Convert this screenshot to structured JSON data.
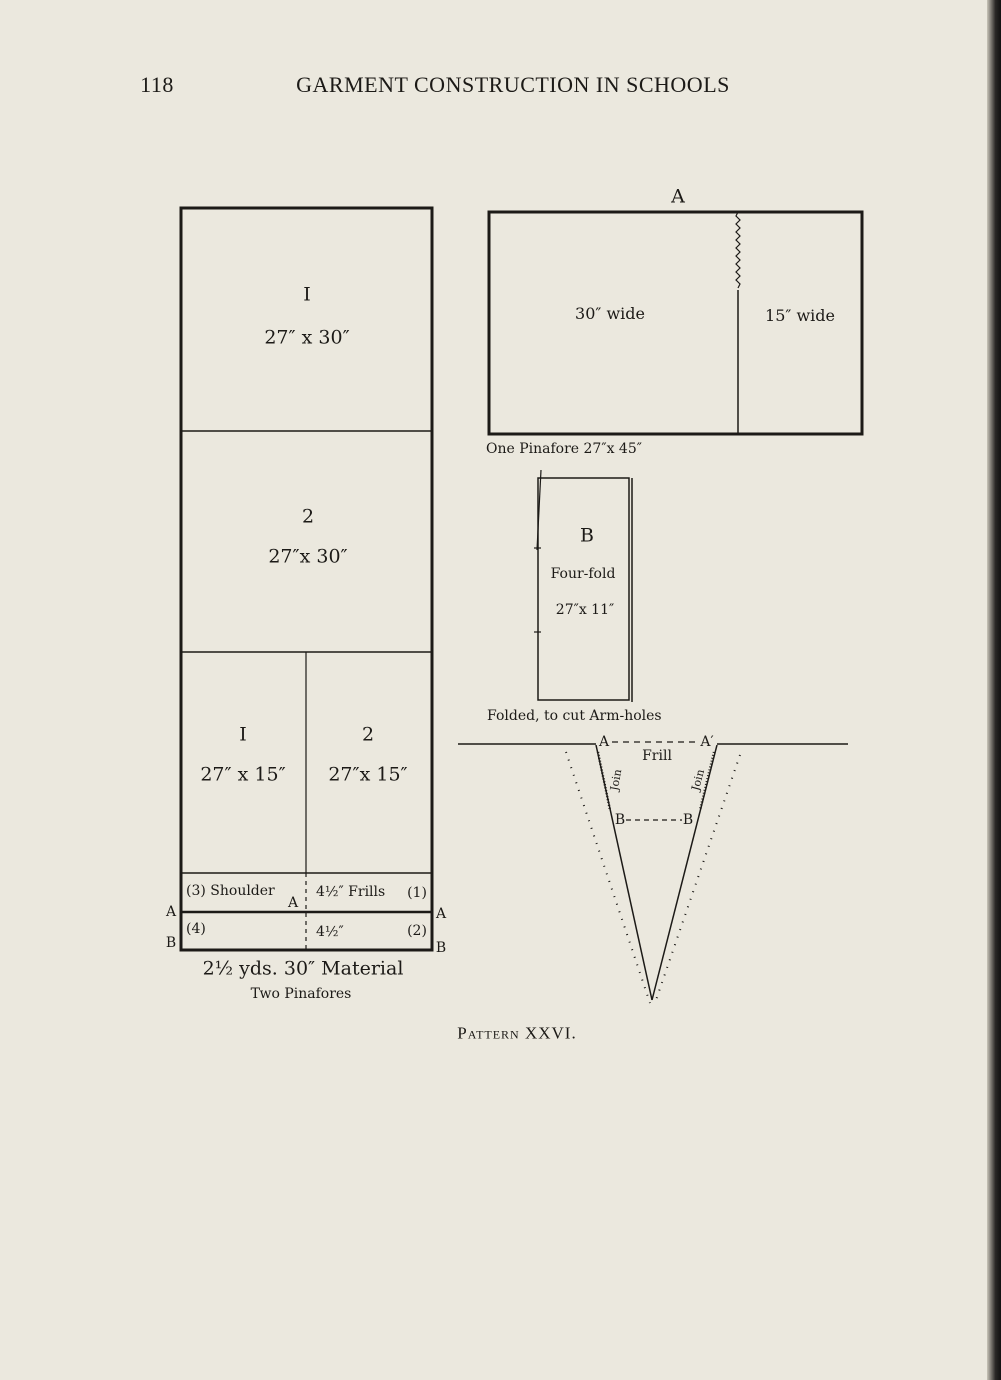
{
  "header": {
    "page_number": "118",
    "running_title": "GARMENT CONSTRUCTION IN SCHOOLS"
  },
  "left_diagram": {
    "piece1_number": "I",
    "piece1_size": "27″ x 30″",
    "piece2_number": "2",
    "piece2_size": "27″x 30″",
    "piece3_number": "I",
    "piece3_size": "27″ x 15″",
    "piece4_number": "2",
    "piece4_size": "27″x 15″",
    "row3_label": "(3)  Shoulder",
    "row3_mark": "A",
    "row3_right": "4½″ Frills",
    "row3_num": "(1)",
    "row4_label": "(4)",
    "row4_right": "4½″",
    "row4_num": "(2)",
    "left_a": "A",
    "left_b": "B",
    "right_a": "A",
    "right_b": "B",
    "caption": "2½ yds.  30″ Material",
    "subcaption": "Two Pinafores"
  },
  "diagram_a": {
    "label": "A",
    "left_text": "30″ wide",
    "right_text": "15″ wide",
    "caption": "One Pinafore 27″x 45″"
  },
  "diagram_b": {
    "label": "B",
    "fold_text": "Four-fold",
    "size": "27″x 11″",
    "caption": "Folded, to cut Arm-holes"
  },
  "armhole": {
    "a": "A",
    "a_prime": "A′",
    "frill": "Frill",
    "join_left": "Join",
    "join_right": "Join",
    "b_left": "B",
    "b_right": "B"
  },
  "footer": {
    "pattern_caption": "Pattern XXVI."
  }
}
